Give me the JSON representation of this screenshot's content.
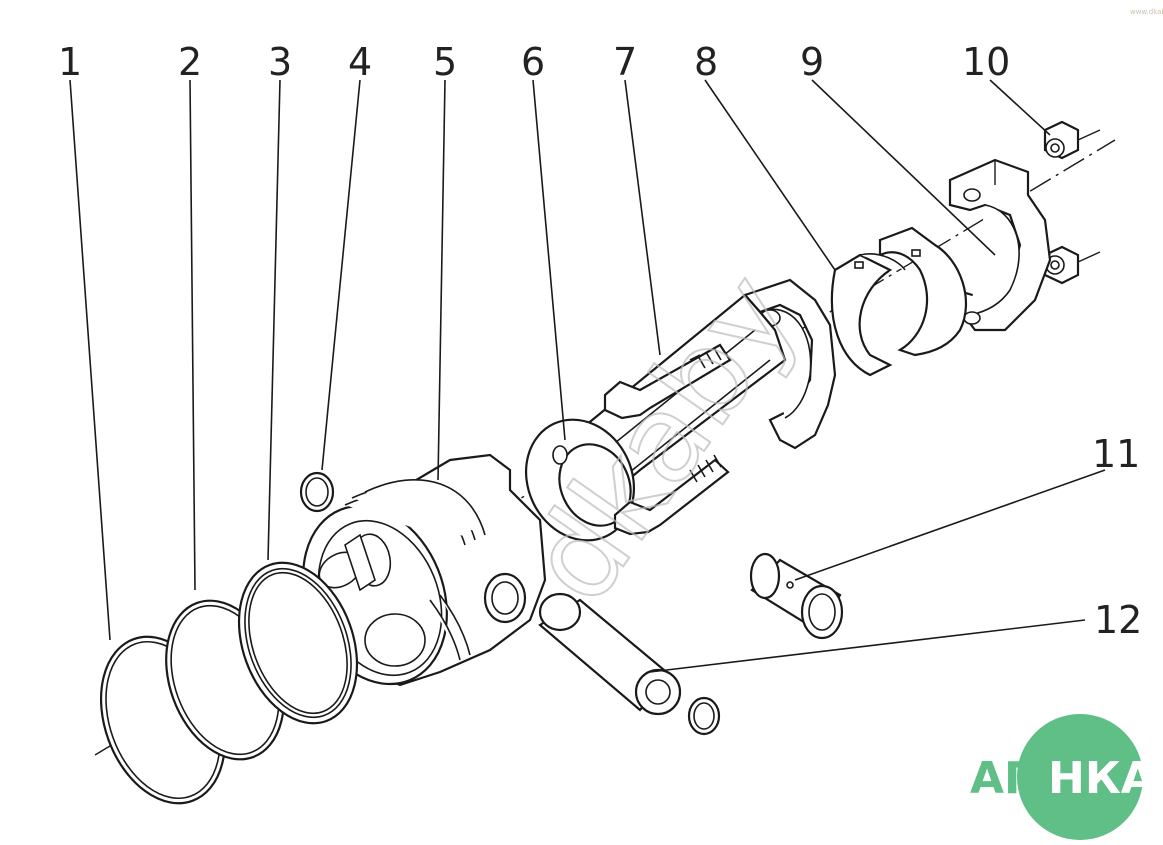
{
  "callouts": [
    {
      "label": "1"
    },
    {
      "label": "2"
    },
    {
      "label": "3"
    },
    {
      "label": "4"
    },
    {
      "label": "5"
    },
    {
      "label": "6"
    },
    {
      "label": "7"
    },
    {
      "label": "8"
    },
    {
      "label": "9"
    },
    {
      "label": "10"
    },
    {
      "label": "11"
    },
    {
      "label": "12"
    }
  ],
  "watermark": {
    "text": "dkaby"
  },
  "logo": {
    "left_text": "АГРО",
    "right_text": "НКА",
    "color": "#5fbf86"
  },
  "corner_note": {
    "text": "www.dkaby"
  },
  "colors": {
    "line": "#1a1a1a",
    "background": "#ffffff"
  }
}
